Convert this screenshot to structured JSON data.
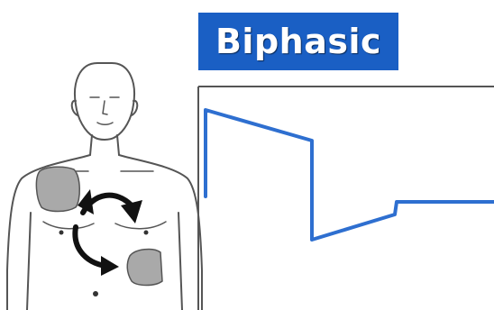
{
  "title": "Biphasic",
  "colors": {
    "title_bg": "#1a5fc4",
    "title_text": "#ffffff",
    "waveform": "#2e6fd0",
    "outline": "#555555",
    "pad_fill": "#a9a9a9",
    "arrow": "#111111"
  },
  "illustration": {
    "figure": "torso-outline",
    "pads": [
      "upper-right-chest-pad",
      "lower-left-side-pad"
    ],
    "arrows": "bidirectional-current-arrows"
  },
  "waveform": {
    "shape": "biphasic-truncated-exponential",
    "phase_1": "positive",
    "phase_2": "negative"
  }
}
